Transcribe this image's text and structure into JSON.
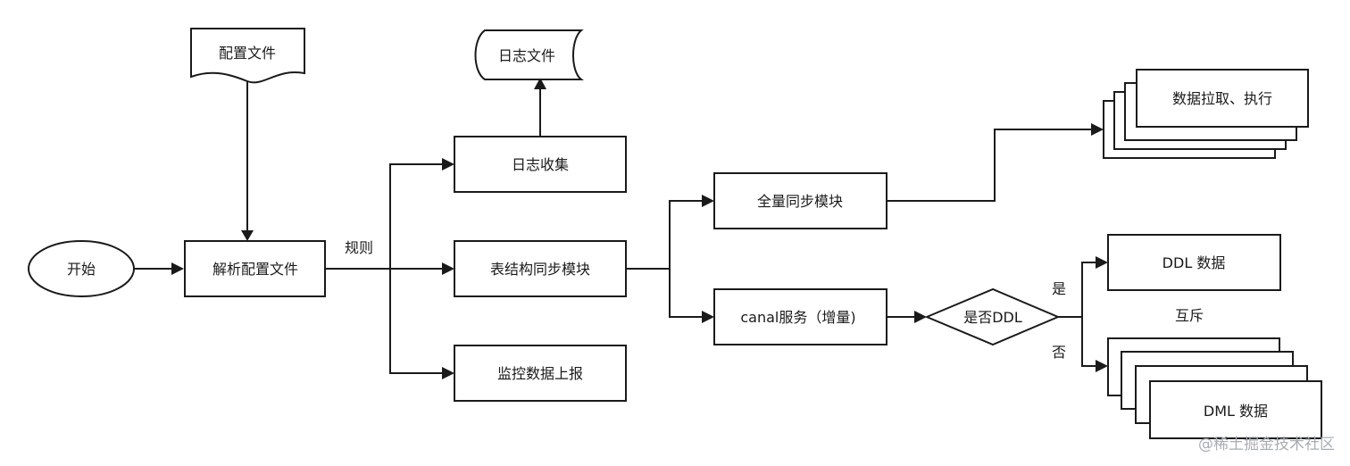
{
  "nodes": {
    "config_file": "配置文件",
    "log_file": "日志文件",
    "start": "开始",
    "parse_config": "解析配置文件",
    "log_collect": "日志收集",
    "table_sync": "表结构同步模块",
    "monitor_report": "监控数据上报",
    "full_sync": "全量同步模块",
    "canal_service": "canal服务（增量)",
    "is_ddl": "是否DDL",
    "data_pull_exec": "数据拉取、执行",
    "ddl_data": "DDL 数据",
    "dml_data": "DML 数据"
  },
  "edge_labels": {
    "rules": "规则",
    "yes": "是",
    "no": "否",
    "mutex": "互斥"
  },
  "watermark": "@稀土掘金技术社区"
}
